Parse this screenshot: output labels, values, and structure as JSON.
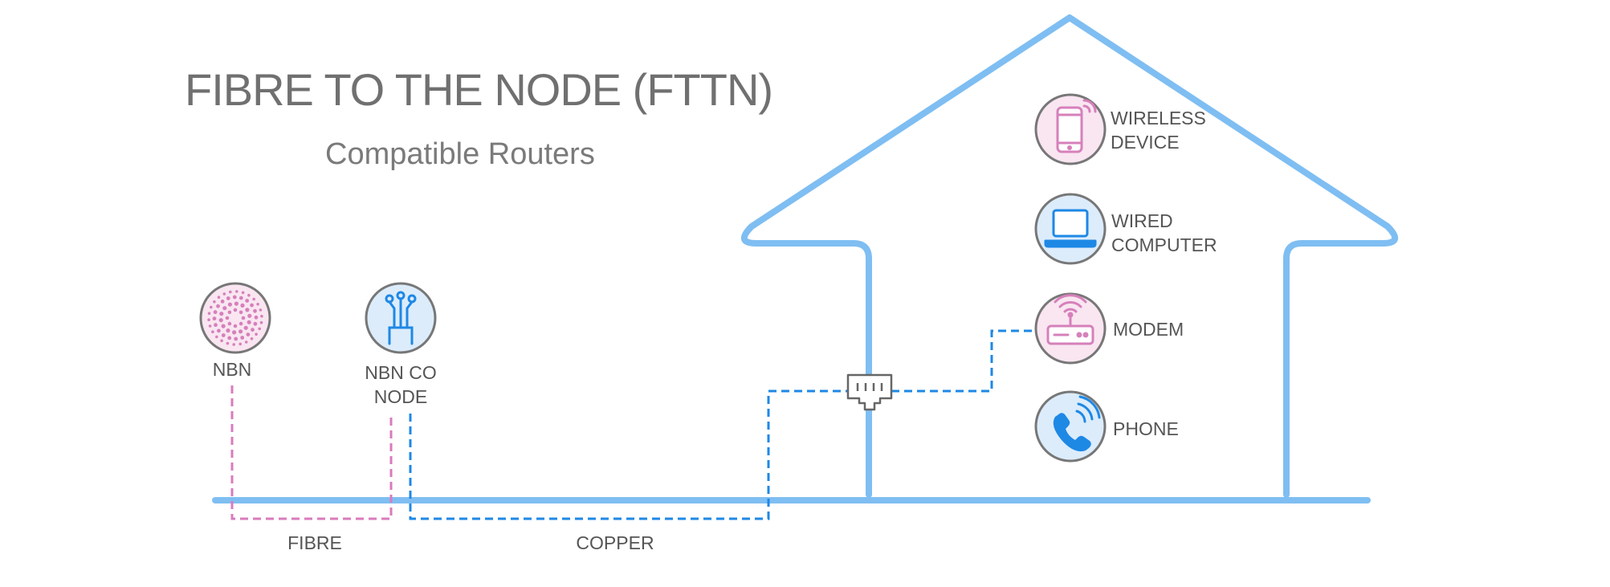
{
  "diagram": {
    "title": "FIBRE TO THE NODE (FTTN)",
    "subtitle": "Compatible Routers",
    "nodes": {
      "nbn": {
        "label": "NBN"
      },
      "nbn_co_node": {
        "label_line1": "NBN CO",
        "label_line2": "NODE"
      },
      "wireless_device": {
        "label_line1": "WIRELESS",
        "label_line2": "DEVICE"
      },
      "wired_computer": {
        "label_line1": "WIRED",
        "label_line2": "COMPUTER"
      },
      "modem": {
        "label": "MODEM"
      },
      "phone": {
        "label": "PHONE"
      }
    },
    "links": {
      "fibre": {
        "label": "FIBRE"
      },
      "copper": {
        "label": "COPPER"
      }
    },
    "icons": [
      "fibre-burst-icon",
      "fibre-cable-icon",
      "mobile-phone-icon",
      "laptop-icon",
      "modem-icon",
      "telephone-icon",
      "wall-socket-icon",
      "house-outline"
    ],
    "colors": {
      "house": "#7fbef2",
      "fibre": "#d97bbd",
      "copper": "#1e88e5",
      "pink_icon": "#d680bb",
      "blue_icon": "#1e88e5",
      "pink_fill": "#f9e6f1",
      "blue_fill": "#dcecfb",
      "circle_stroke": "#777777",
      "text": "#555555"
    }
  }
}
